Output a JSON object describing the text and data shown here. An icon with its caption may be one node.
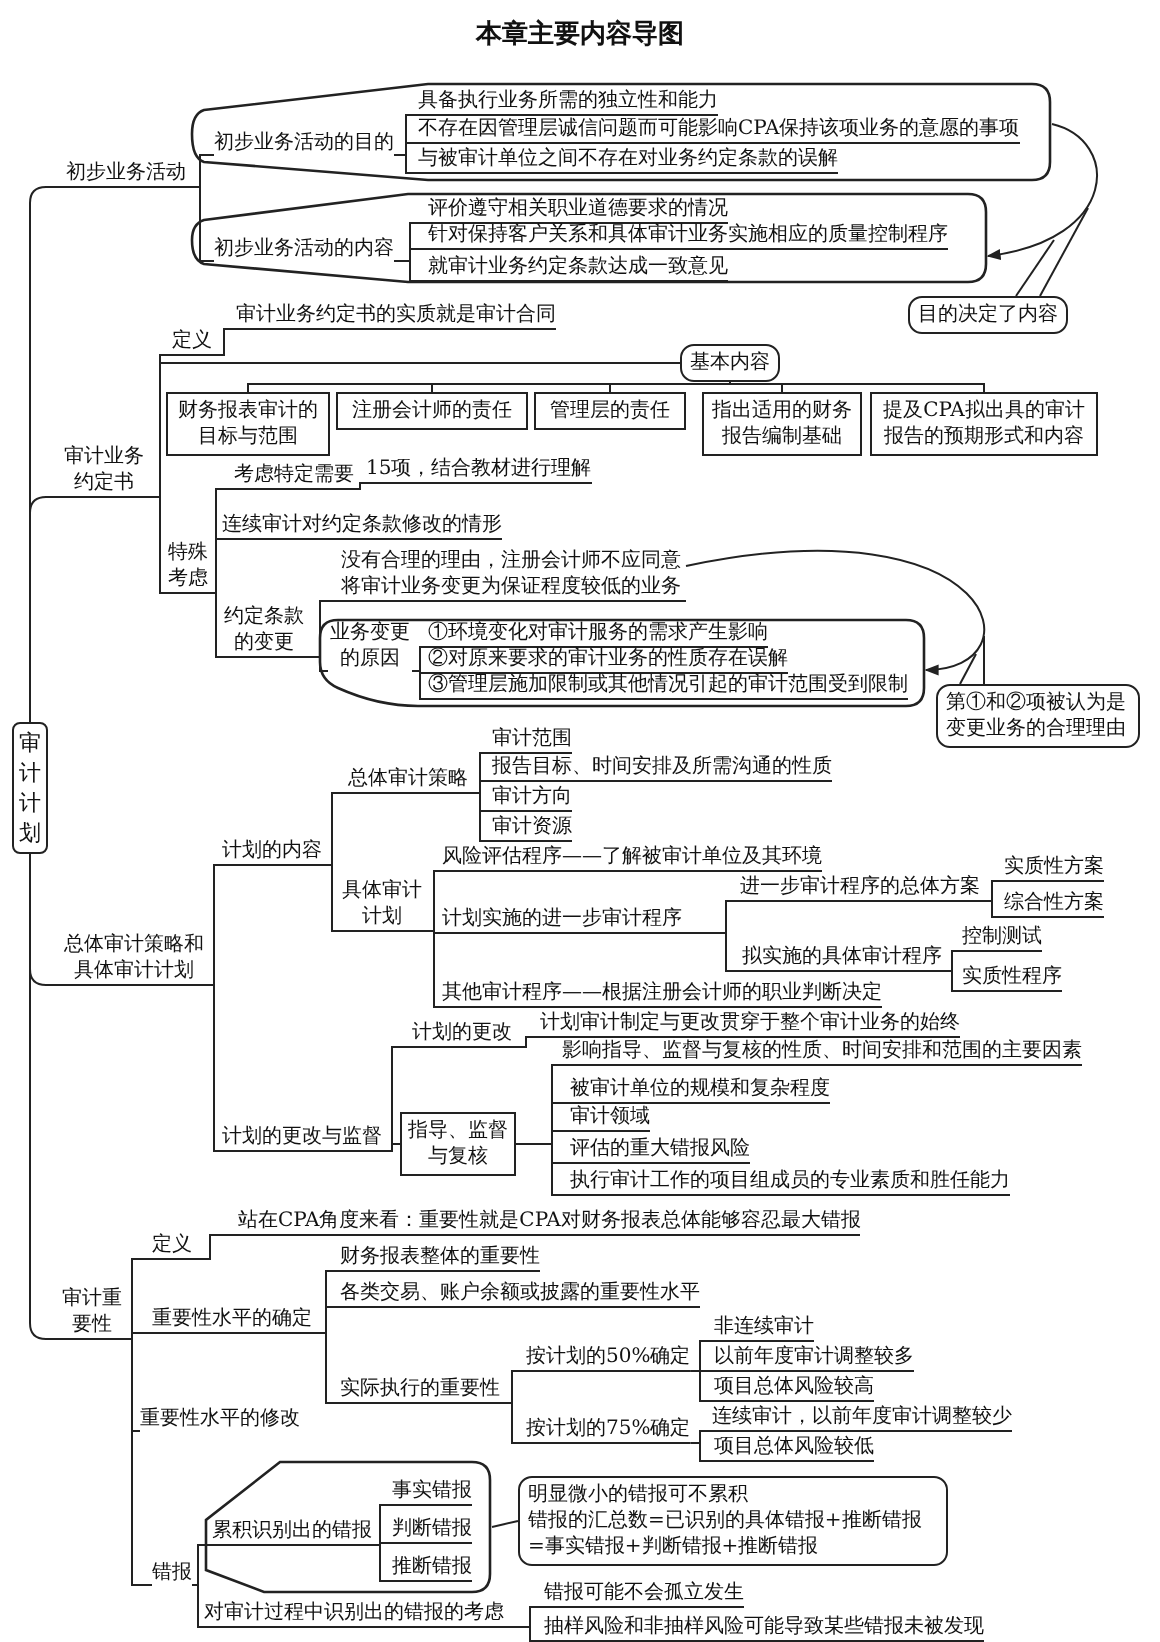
{
  "diagram": {
    "title": "本章主要内容导图",
    "nodes": [
      {
        "text": [
          "审计计划"
        ]
      },
      {
        "text": [
          "初步业务活动"
        ]
      },
      {
        "text": [],
        "shape": "box"
      },
      {
        "text": [
          "初步业务活动的目的"
        ],
        "in": 2
      },
      {
        "text": [
          "具备执行业务所需的独立性和能力"
        ],
        "in": 2
      },
      {
        "text": [
          "不存在因管理层诚信问题而可能影响CPA保持该项业务的意愿的事项"
        ],
        "in": 2
      },
      {
        "text": [
          "与被审计单位之间不存在对业务约定条款的误解"
        ],
        "in": 2
      },
      {
        "text": [],
        "shape": "box"
      },
      {
        "text": [
          "初步业务活动的内容"
        ],
        "in": 7
      },
      {
        "text": [
          "评价遵守相关职业道德要求的情况"
        ],
        "in": 7
      },
      {
        "text": [
          "针对保持客户关系和具体审计业务实施相应的质量控制程序"
        ],
        "in": 7
      },
      {
        "text": [
          "就审计业务约定条款达成一致意见"
        ],
        "in": 7
      },
      {
        "text": [
          "目的决定了内容"
        ]
      },
      {
        "text": [
          "审计业务约定书"
        ]
      },
      {
        "text": [
          "定义"
        ]
      },
      {
        "text": [
          "审计业务约定书的实质就是审计合同"
        ]
      },
      {
        "text": [
          "基本内容"
        ]
      },
      {
        "text": [
          "财务报表审计的目标与范围"
        ]
      },
      {
        "text": [
          "注册会计师的责任"
        ]
      },
      {
        "text": [
          "管理层的责任"
        ]
      },
      {
        "text": [
          "指出适用的财务报告编制基础"
        ]
      },
      {
        "text": [
          "提及CPA拟出具的审计报告的预期形式和内容"
        ]
      },
      {
        "text": [
          "特殊考虑"
        ]
      },
      {
        "text": [
          "考虑特定需要"
        ]
      },
      {
        "text": [
          "15项，结合教材进行理解"
        ]
      },
      {
        "text": [
          "连续审计对约定条款修改的情形"
        ]
      },
      {
        "text": [
          "约定条款的变更"
        ]
      },
      {
        "text": [
          "没有合理的理由，注册会计师不应同意将审计业务变更为保证程度较低的业务"
        ]
      },
      {
        "text": [],
        "shape": "box"
      },
      {
        "text": [
          "业务变更的原因"
        ],
        "in": 28
      },
      {
        "text": [
          "①环境变化对审计服务的需求产生影响"
        ],
        "in": 28
      },
      {
        "text": [
          "②对原来要求的审计业务的性质存在误解"
        ],
        "in": 28
      },
      {
        "text": [
          "③管理层施加限制或其他情况引起的审计范围受到限制"
        ],
        "in": 28
      },
      {
        "text": [
          "第①和②项被认为是变更业务的合理理由"
        ]
      },
      {
        "text": [
          "总体审计策略和具体审计计划"
        ]
      },
      {
        "text": [
          "计划的内容"
        ]
      },
      {
        "text": [
          "总体审计策略"
        ]
      },
      {
        "text": [
          "审计范围"
        ]
      },
      {
        "text": [
          "报告目标、时间安排及所需沟通的性质"
        ]
      },
      {
        "text": [
          "审计方向"
        ]
      },
      {
        "text": [
          "审计资源"
        ]
      },
      {
        "text": [
          "具体审计计划"
        ]
      },
      {
        "text": [
          "风险评估程序——了解被审计单位及其环境"
        ]
      },
      {
        "text": [
          "计划实施的进一步审计程序"
        ]
      },
      {
        "text": [
          "进一步审计程序的总体方案"
        ]
      },
      {
        "text": [
          "实质性方案"
        ]
      },
      {
        "text": [
          "综合性方案"
        ]
      },
      {
        "text": [
          "拟实施的具体审计程序"
        ]
      },
      {
        "text": [
          "控制测试"
        ]
      },
      {
        "text": [
          "实质性程序"
        ]
      },
      {
        "text": [
          "其他审计程序——根据注册会计师的职业判断决定"
        ]
      },
      {
        "text": [
          "计划的更改与监督"
        ]
      },
      {
        "text": [
          "计划的更改"
        ]
      },
      {
        "text": [
          "计划审计制定与更改贯穿于整个审计业务的始终"
        ]
      },
      {
        "text": [
          "影响指导、监督与复核的性质、时间安排和范围的主要因素"
        ]
      },
      {
        "text": [
          "指导、监督与复核"
        ]
      },
      {
        "text": [
          "被审计单位的规模和复杂程度"
        ]
      },
      {
        "text": [
          "审计领域"
        ]
      },
      {
        "text": [
          "评估的重大错报风险"
        ]
      },
      {
        "text": [
          "执行审计工作的项目组成员的专业素质和胜任能力"
        ]
      },
      {
        "text": [
          "审计重要性"
        ]
      },
      {
        "text": [
          "定义"
        ]
      },
      {
        "text": [
          "站在CPA角度来看：重要性就是CPA对财务报表总体能够容忍最大错报"
        ]
      },
      {
        "text": [
          "重要性水平的确定"
        ]
      },
      {
        "text": [
          "财务报表整体的重要性"
        ]
      },
      {
        "text": [
          "各类交易、账户余额或披露的重要性水平"
        ]
      },
      {
        "text": [
          "实际执行的重要性"
        ]
      },
      {
        "text": [
          "按计划的50%确定"
        ]
      },
      {
        "text": [
          "非连续审计"
        ]
      },
      {
        "text": [
          "以前年度审计调整较多"
        ]
      },
      {
        "text": [
          "项目总体风险较高"
        ]
      },
      {
        "text": [
          "按计划的75%确定"
        ]
      },
      {
        "text": [
          "连续审计，以前年度审计调整较少"
        ]
      },
      {
        "text": [
          "项目总体风险较低"
        ]
      },
      {
        "text": [
          "重要性水平的修改"
        ]
      },
      {
        "text": [
          "错报"
        ]
      },
      {
        "text": [],
        "shape": "box"
      },
      {
        "text": [
          "累积识别出的错报"
        ],
        "in": 76
      },
      {
        "text": [
          "事实错报"
        ],
        "in": 76
      },
      {
        "text": [
          "判断错报"
        ],
        "in": 76
      },
      {
        "text": [
          "推断错报"
        ],
        "in": 76
      },
      {
        "text": [
          "明显微小的错报可不累积",
          "错报的汇总数=已识别的具体错报+推断错报=事实错报+判断错报+推断错报"
        ]
      },
      {
        "text": [
          "对审计过程中识别出的错报的考虑"
        ]
      },
      {
        "text": [
          "错报可能不会孤立发生"
        ]
      },
      {
        "text": [
          "抽样风险和非抽样风险可能导致某些错报未被发现"
        ]
      }
    ],
    "edges": [
      {
        "from": 0,
        "to": 1,
        "arrow": "none"
      },
      {
        "from": 0,
        "to": 13,
        "arrow": "none"
      },
      {
        "from": 0,
        "to": 34,
        "arrow": "none"
      },
      {
        "from": 0,
        "to": 60,
        "arrow": "none"
      },
      {
        "from": 1,
        "to": 3,
        "arrow": "none"
      },
      {
        "from": 1,
        "to": 8,
        "arrow": "none"
      },
      {
        "from": 3,
        "to": 4,
        "arrow": "none"
      },
      {
        "from": 3,
        "to": 5,
        "arrow": "none"
      },
      {
        "from": 3,
        "to": 6,
        "arrow": "none"
      },
      {
        "from": 8,
        "to": 9,
        "arrow": "none"
      },
      {
        "from": 8,
        "to": 10,
        "arrow": "none"
      },
      {
        "from": 8,
        "to": 11,
        "arrow": "none"
      },
      {
        "from": 2,
        "to": 7,
        "arrow": "to"
      },
      {
        "from": 12,
        "to": null,
        "arrow": "none"
      },
      {
        "from": 12,
        "to": null,
        "arrow": "none"
      },
      {
        "from": 13,
        "to": 14,
        "arrow": "none"
      },
      {
        "from": 13,
        "to": 16,
        "arrow": "none"
      },
      {
        "from": 13,
        "to": 22,
        "arrow": "none"
      },
      {
        "from": 14,
        "to": 15,
        "arrow": "none"
      },
      {
        "from": 16,
        "to": 17,
        "arrow": "none"
      },
      {
        "from": 16,
        "to": 18,
        "arrow": "none"
      },
      {
        "from": 16,
        "to": 19,
        "arrow": "none"
      },
      {
        "from": 16,
        "to": 20,
        "arrow": "none"
      },
      {
        "from": 16,
        "to": 21,
        "arrow": "none"
      },
      {
        "from": 22,
        "to": 23,
        "arrow": "none"
      },
      {
        "from": 22,
        "to": 25,
        "arrow": "none"
      },
      {
        "from": 22,
        "to": 26,
        "arrow": "none"
      },
      {
        "from": 23,
        "to": 24,
        "arrow": "none"
      },
      {
        "from": 26,
        "to": 27,
        "arrow": "none"
      },
      {
        "from": 26,
        "to": 29,
        "arrow": "none"
      },
      {
        "from": 29,
        "to": 30,
        "arrow": "none"
      },
      {
        "from": 29,
        "to": 31,
        "arrow": "none"
      },
      {
        "from": 29,
        "to": 32,
        "arrow": "none"
      },
      {
        "from": 27,
        "to": 28,
        "arrow": "to"
      },
      {
        "from": 33,
        "to": null,
        "arrow": "none"
      },
      {
        "from": 33,
        "to": null,
        "arrow": "none"
      },
      {
        "from": 34,
        "to": 35,
        "arrow": "none"
      },
      {
        "from": 34,
        "to": 51,
        "arrow": "none"
      },
      {
        "from": 35,
        "to": 36,
        "arrow": "none"
      },
      {
        "from": 35,
        "to": 41,
        "arrow": "none"
      },
      {
        "from": 36,
        "to": 37,
        "arrow": "none"
      },
      {
        "from": 36,
        "to": 38,
        "arrow": "none"
      },
      {
        "from": 36,
        "to": 39,
        "arrow": "none"
      },
      {
        "from": 36,
        "to": 40,
        "arrow": "none"
      },
      {
        "from": 41,
        "to": 42,
        "arrow": "none"
      },
      {
        "from": 41,
        "to": 43,
        "arrow": "none"
      },
      {
        "from": 41,
        "to": 50,
        "arrow": "none"
      },
      {
        "from": 43,
        "to": 44,
        "arrow": "none"
      },
      {
        "from": 43,
        "to": 47,
        "arrow": "none"
      },
      {
        "from": 44,
        "to": 45,
        "arrow": "none"
      },
      {
        "from": 44,
        "to": 46,
        "arrow": "none"
      },
      {
        "from": 47,
        "to": 48,
        "arrow": "none"
      },
      {
        "from": 47,
        "to": 49,
        "arrow": "none"
      },
      {
        "from": 51,
        "to": 52,
        "arrow": "none"
      },
      {
        "from": 51,
        "to": 55,
        "arrow": "none"
      },
      {
        "from": 52,
        "to": 53,
        "arrow": "none"
      },
      {
        "from": 55,
        "to": 54,
        "arrow": "none"
      },
      {
        "from": 55,
        "to": 56,
        "arrow": "none"
      },
      {
        "from": 55,
        "to": 57,
        "arrow": "none"
      },
      {
        "from": 55,
        "to": 58,
        "arrow": "none"
      },
      {
        "from": 55,
        "to": 59,
        "arrow": "none"
      },
      {
        "from": 60,
        "to": 61,
        "arrow": "none"
      },
      {
        "from": 60,
        "to": 63,
        "arrow": "none"
      },
      {
        "from": 60,
        "to": 74,
        "arrow": "none"
      },
      {
        "from": 60,
        "to": 75,
        "arrow": "none"
      },
      {
        "from": 61,
        "to": 62,
        "arrow": "none"
      },
      {
        "from": 63,
        "to": 64,
        "arrow": "none"
      },
      {
        "from": 63,
        "to": 65,
        "arrow": "none"
      },
      {
        "from": 63,
        "to": 66,
        "arrow": "none"
      },
      {
        "from": 66,
        "to": 67,
        "arrow": "none"
      },
      {
        "from": 66,
        "to": 71,
        "arrow": "none"
      },
      {
        "from": 67,
        "to": 68,
        "arrow": "none"
      },
      {
        "from": 67,
        "to": 69,
        "arrow": "none"
      },
      {
        "from": 67,
        "to": 70,
        "arrow": "none"
      },
      {
        "from": 71,
        "to": 72,
        "arrow": "none"
      },
      {
        "from": 71,
        "to": 73,
        "arrow": "none"
      },
      {
        "from": 75,
        "to": 77,
        "arrow": "none"
      },
      {
        "from": 75,
        "to": 82,
        "arrow": "none"
      },
      {
        "from": 77,
        "to": 78,
        "arrow": "none"
      },
      {
        "from": 77,
        "to": 79,
        "arrow": "none"
      },
      {
        "from": 77,
        "to": 80,
        "arrow": "none"
      },
      {
        "from": 76,
        "to": 81,
        "arrow": "none"
      },
      {
        "from": 82,
        "to": 83,
        "arrow": "none"
      },
      {
        "from": 82,
        "to": 84,
        "arrow": "none"
      }
    ]
  }
}
